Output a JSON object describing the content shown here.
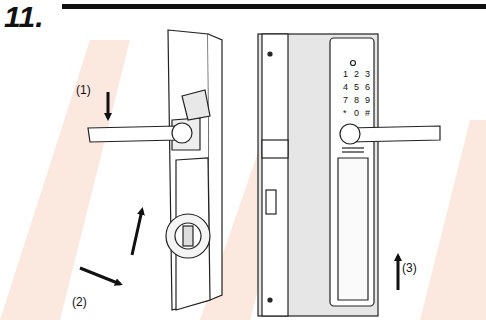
{
  "diagram": {
    "title": "11.",
    "labels": [
      "(1)",
      "(2)",
      "(3)",
      "1",
      "2",
      "3",
      "4",
      "5",
      "6",
      "7",
      "8",
      "9",
      "*",
      "0",
      "#"
    ]
  }
}
